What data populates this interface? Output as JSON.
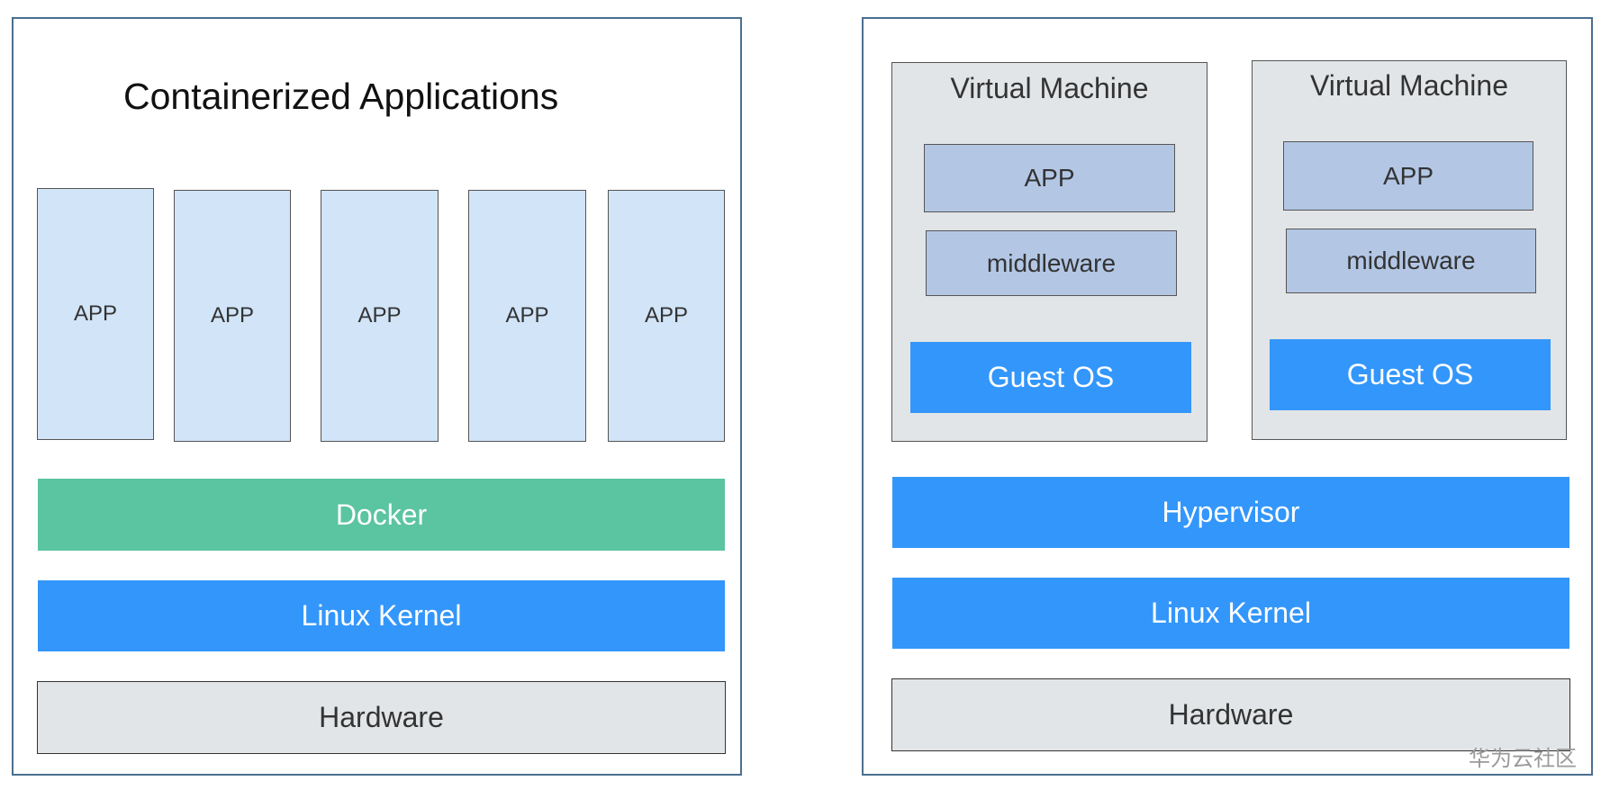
{
  "left": {
    "title": "Containerized Applications",
    "apps": [
      "APP",
      "APP",
      "APP",
      "APP",
      "APP"
    ],
    "docker": "Docker",
    "kernel": "Linux Kernel",
    "hardware": "Hardware"
  },
  "right": {
    "vms": [
      {
        "title": "Virtual Machine",
        "app": "APP",
        "middleware": "middleware",
        "guest_os": "Guest OS"
      },
      {
        "title": "Virtual Machine",
        "app": "APP",
        "middleware": "middleware",
        "guest_os": "Guest OS"
      }
    ],
    "hypervisor": "Hypervisor",
    "kernel": "Linux Kernel",
    "hardware": "Hardware"
  },
  "watermark": "华为云社区",
  "colors": {
    "panel_border": "#4a6f8f",
    "app_fill": "#d1e4f8",
    "vm_fill": "#e2e5e7",
    "vm_app_fill": "#b3c7e5",
    "blue_layer": "#3396fb",
    "docker_layer": "#5bc4a0",
    "hardware_fill": "#e2e5e7"
  }
}
